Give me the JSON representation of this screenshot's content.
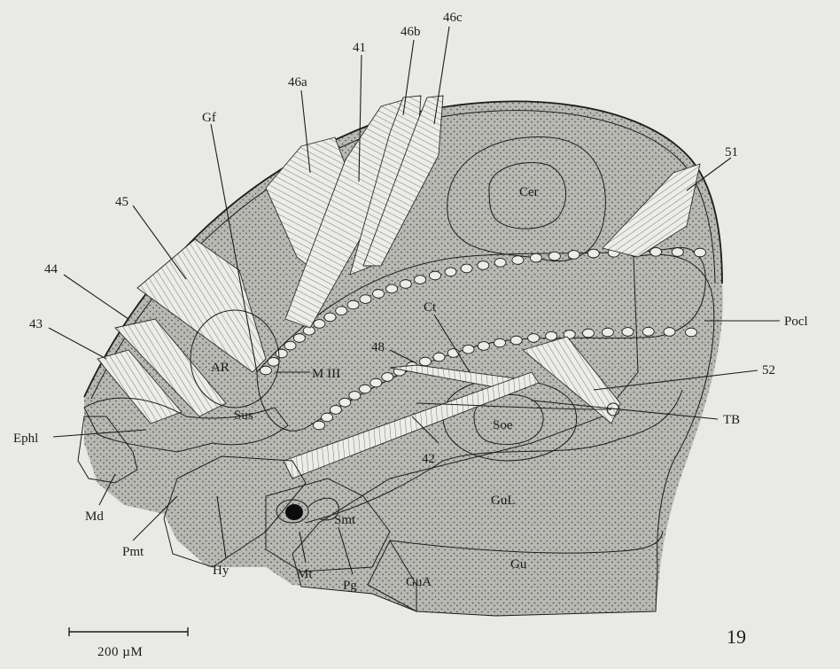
{
  "figure": {
    "number": "19",
    "scale_bar_label": "200 µM",
    "labels": {
      "m46a": "46a",
      "m41": "41",
      "m46b": "46b",
      "m46c": "46c",
      "gf": "Gf",
      "m45": "45",
      "m51": "51",
      "cer": "Cer",
      "m44": "44",
      "m43": "43",
      "ar": "AR",
      "miii": "M III",
      "ct": "Ct",
      "m48": "48",
      "pocl": "Pocl",
      "m52": "52",
      "sus": "Sus",
      "ephl": "Ephl",
      "soe": "Soe",
      "tb": "TB",
      "m42": "42",
      "gul": "GuL",
      "md": "Md",
      "smt": "Smt",
      "pmt": "Pmt",
      "gu": "Gu",
      "hy": "Hy",
      "mt": "Mt",
      "pg": "Pg",
      "gua": "GuA"
    }
  }
}
